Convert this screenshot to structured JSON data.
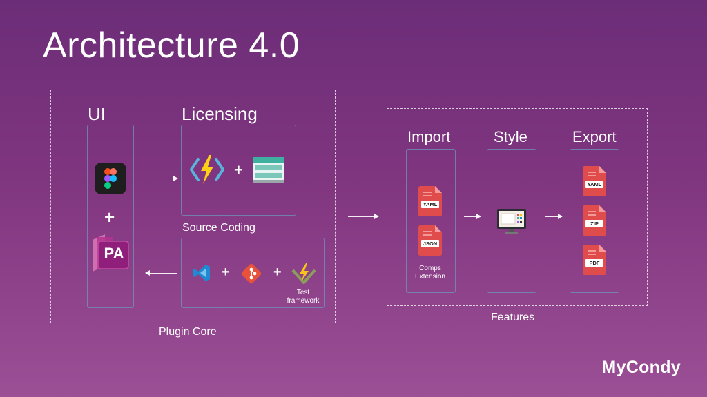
{
  "title": "Architecture 4.0",
  "plugin_core": {
    "caption": "Plugin Core",
    "ui": {
      "heading": "UI",
      "plus": "+",
      "pa_label": "PA"
    },
    "licensing": {
      "heading": "Licensing",
      "plus": "+"
    },
    "source_coding": {
      "heading": "Source Coding",
      "plus_1": "+",
      "plus_2": "+",
      "test_caption": "Test framework"
    }
  },
  "features": {
    "caption": "Features",
    "import": {
      "heading": "Import",
      "file_1": "YAML",
      "file_2": "JSON",
      "caption": "Comps Extension"
    },
    "style": {
      "heading": "Style"
    },
    "export": {
      "heading": "Export",
      "file_1": "YAML",
      "file_2": "ZIP",
      "file_3": "PDF"
    }
  },
  "brand": "MyCondy",
  "colors": {
    "background_top": "#6c2d78",
    "background_bottom": "#9b4f95",
    "panel_border": "#6e96be",
    "file_red": "#e04b4b"
  }
}
